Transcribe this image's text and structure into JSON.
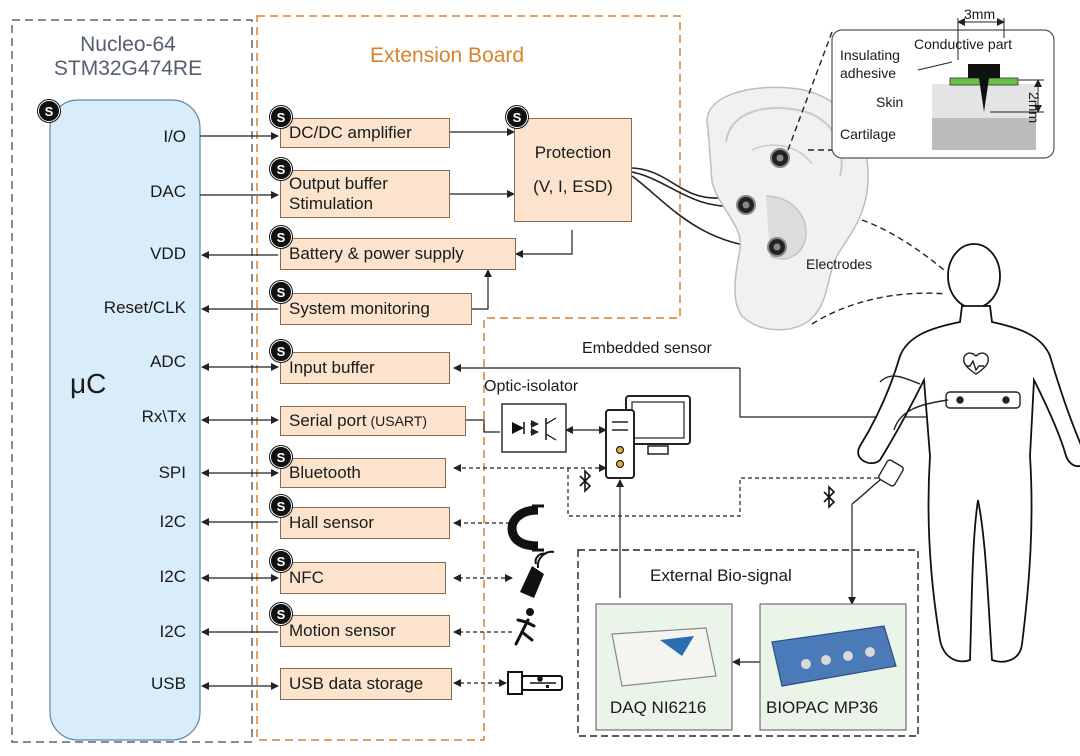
{
  "nucleo": {
    "title_line1": "Nucleo-64",
    "title_line2": "STM32G474RE",
    "mcu_label": "μC",
    "badge": "S",
    "signals": [
      "I/O",
      "DAC",
      "VDD",
      "Reset/CLK",
      "ADC",
      "Rx\\Tx",
      "SPI",
      "I2C",
      "I2C",
      "I2C",
      "USB"
    ]
  },
  "extension": {
    "title": "Extension Board",
    "blocks": {
      "dcdc": "DC/DC amplifier",
      "output_buffer_1": "Output buffer",
      "output_buffer_2": "Stimulation",
      "battery": "Battery & power supply",
      "monitoring": "System monitoring",
      "input_buffer": "Input buffer",
      "serial_main": "Serial port ",
      "serial_sub": "(USART)",
      "bluetooth": "Bluetooth",
      "hall": "Hall sensor",
      "nfc": "NFC",
      "motion": "Motion sensor",
      "usb_storage": "USB data storage",
      "protection_1": "Protection",
      "protection_2": "(V, I, ESD)"
    }
  },
  "ear": {
    "electrodes_label": "Electrodes",
    "detail": {
      "dimension_width": "3mm",
      "dimension_depth": "2mm",
      "conductive": "Conductive part",
      "insulating_1": "Insulating",
      "insulating_2": "adhesive",
      "skin": "Skin",
      "cartilage": "Cartilage"
    }
  },
  "sensing": {
    "embedded_sensor": "Embedded sensor",
    "optic_isolator": "Optic-isolator",
    "external_title": "External Bio-signal",
    "daq": "DAQ NI6216",
    "biopac": "BIOPAC MP36"
  },
  "colors": {
    "block_fill": "#fbe3cd",
    "mcu_fill": "#d8ecfa",
    "nucleo_border": "#5b6675",
    "extension_border": "#d9822b",
    "extension_title": "#d9822b",
    "device_fill": "#eaf4e8",
    "electrode_green": "#6abf4b",
    "skin_gray": "#e4e4e4",
    "cartilage_gray": "#bcbcbc"
  }
}
